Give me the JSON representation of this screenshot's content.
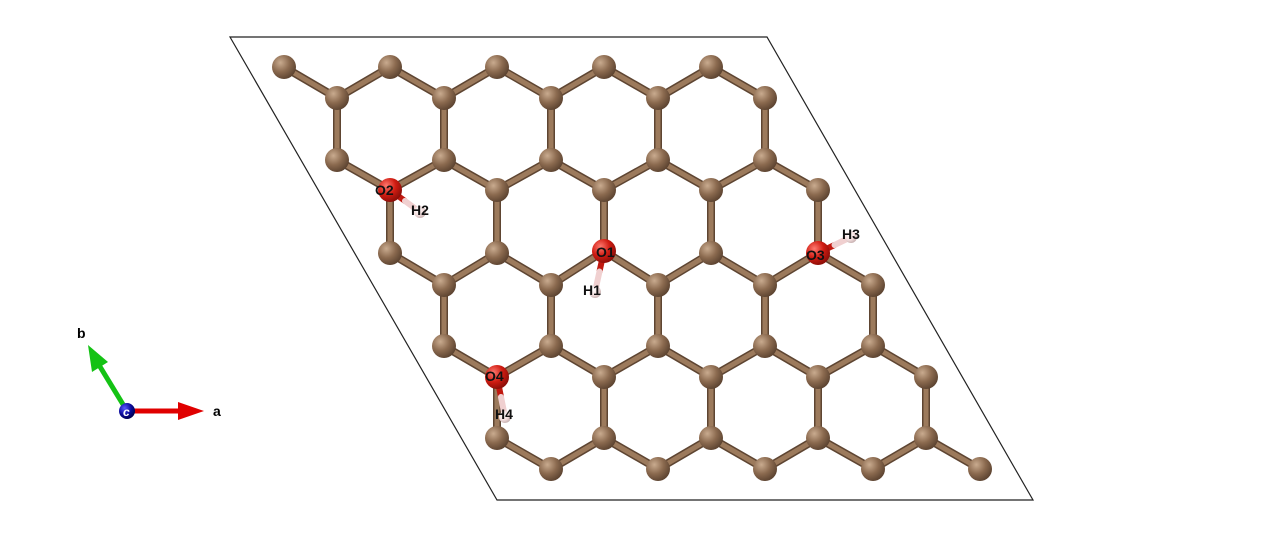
{
  "structure": {
    "atoms": [
      {
        "label": "O1",
        "element": "O"
      },
      {
        "label": "O2",
        "element": "O"
      },
      {
        "label": "O3",
        "element": "O"
      },
      {
        "label": "O4",
        "element": "O"
      },
      {
        "label": "H1",
        "element": "H"
      },
      {
        "label": "H2",
        "element": "H"
      },
      {
        "label": "H3",
        "element": "H"
      },
      {
        "label": "H4",
        "element": "H"
      }
    ],
    "element_colors": {
      "C": "#8b6a4f",
      "O": "#cc1b12",
      "H": "#f3dede"
    }
  },
  "axes": {
    "a_label": "a",
    "b_label": "b",
    "c_label": "c",
    "colors": {
      "a": "#e00000",
      "b": "#14c214",
      "c": "#0a0a9a"
    }
  }
}
